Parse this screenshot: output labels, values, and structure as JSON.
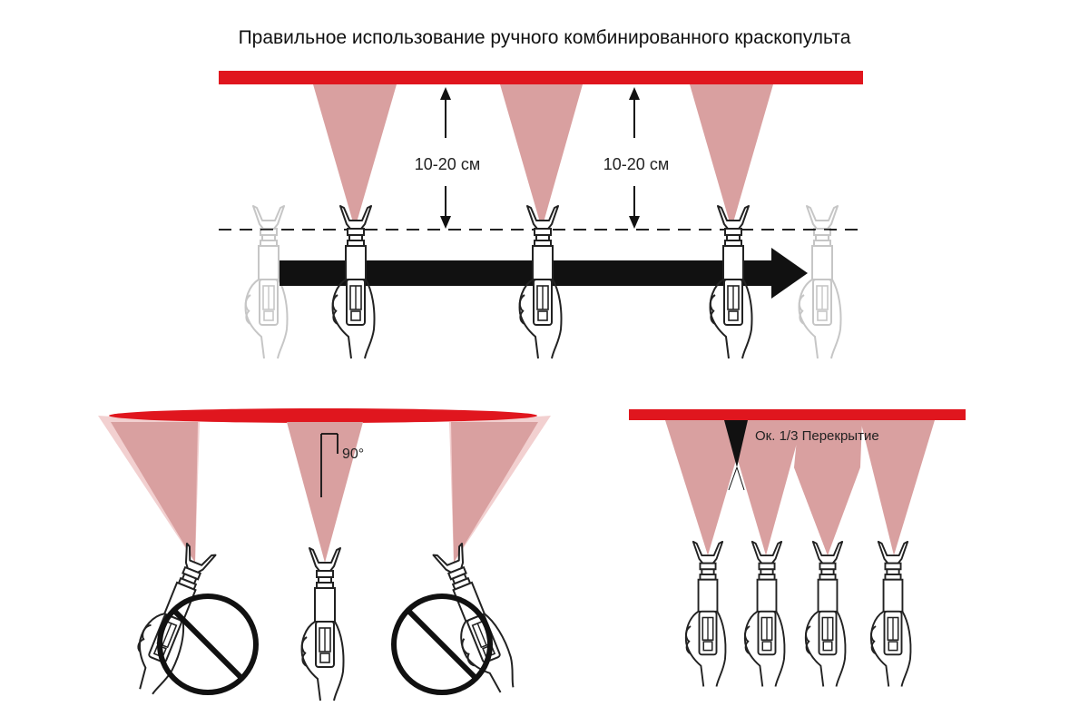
{
  "title": "Правильное использование ручного комбинированного краскопульта",
  "top_panel": {
    "distance_label_1": "10-20 см",
    "distance_label_2": "10-20 см"
  },
  "left_panel": {
    "angle_label": "90°"
  },
  "right_panel": {
    "overlap_label": "Ок. 1/3 Перекрытие"
  },
  "colors": {
    "paint_red": "#e0161e",
    "spray_fan": "#d9a0a0",
    "spray_fan_light": "#f2d0d0",
    "outline": "#222222"
  }
}
